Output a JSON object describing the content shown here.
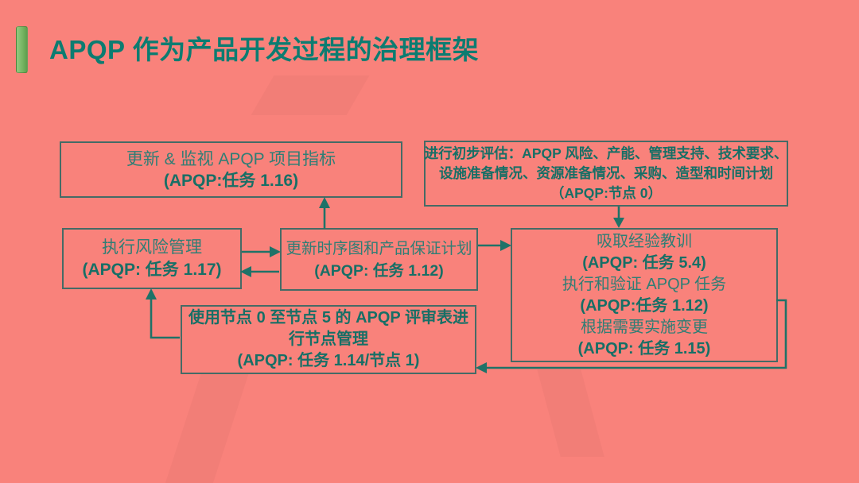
{
  "slide": {
    "colors": {
      "background": "#f9827b",
      "title_text": "#0c7c71",
      "box_border": "#456b66",
      "box_text": "#2f7e75",
      "box_text_bold": "#176f66",
      "arrow": "#1f7268",
      "accent_green": "#77b563"
    }
  },
  "header": {
    "title": "APQP 作为产品开发过程的治理框架"
  },
  "boxes": {
    "update_metrics": {
      "title": "更新 & 监视 APQP 项目指标",
      "task": "(APQP:任务 1.16)"
    },
    "initial_assessment": {
      "lines": [
        "进行初步评估：APQP 风险、产能、管理支持、技术要求、",
        "设施准备情况、资源准备情况、采购、造型和时间计划",
        "（APQP:节点 0）"
      ]
    },
    "risk_management": {
      "title": "执行风险管理",
      "task": "(APQP: 任务 1.17)"
    },
    "update_timing_plan": {
      "title": "更新时序图和产品保证计划",
      "task": "(APQP: 任务 1.12)"
    },
    "lessons_learned": {
      "lines": [
        "吸取经验教训",
        "(APQP: 任务 5.4)",
        "执行和验证 APQP 任务",
        "(APQP:任务 1.12)",
        "根据需要实施变更",
        "(APQP: 任务 1.15)"
      ]
    },
    "gate_management": {
      "lines": [
        "使用节点 0 至节点 5 的 APQP 评审表进",
        "行节点管理",
        "(APQP: 任务 1.14/节点 1)"
      ]
    }
  }
}
